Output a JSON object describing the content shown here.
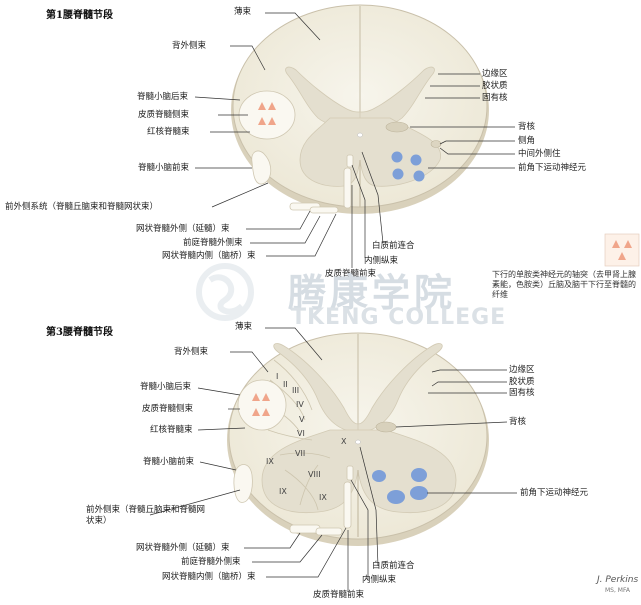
{
  "top": {
    "title": "第1腰脊髓节段",
    "labels": {
      "fasciculus_gracilis": "薄束",
      "dorsolateral_fasciculus": "背外侧束",
      "posterior_spinocerebellar": "脊髓小脑后束",
      "lateral_corticospinal": "皮质脊髓侧束",
      "rubrospinal": "红核脊髓束",
      "anterior_spinocerebellar": "脊髓小脑前束",
      "anterolateral_system": "前外侧系统（脊髓丘脑束和脊髓网状束）",
      "lateral_reticulospinal": "网状脊髓外侧（延髓）束",
      "lateral_vestibulospinal": "前庭脊髓外侧束",
      "medial_reticulospinal": "网状脊髓内侧（脑桥）束",
      "anterior_corticospinal": "皮质脊髓前束",
      "white_commissure": "白质前连合",
      "medial_longitudinal": "内侧纵束",
      "marginal_zone": "边缘区",
      "substantia_gelatinosa": "胶状质",
      "nucleus_proprius": "固有核",
      "dorsal_nucleus": "背核",
      "lateral_horn": "侧角",
      "intermediolateral": "中间外侧住",
      "motor_neurons": "前角下运动神经元"
    }
  },
  "bottom": {
    "title": "第3腰脊髓节段",
    "labels": {
      "fasciculus_gracilis": "薄束",
      "dorsolateral_fasciculus": "背外侧束",
      "posterior_spinocerebellar": "脊髓小脑后束",
      "lateral_corticospinal": "皮质脊髓侧束",
      "rubrospinal": "红核脊髓束",
      "anterior_spinocerebellar": "脊髓小脑前束",
      "anterolateral_system": "前外侧束（脊髓丘脑束和脊髓网状束）",
      "lateral_reticulospinal": "网状脊髓外侧（延髓）束",
      "lateral_vestibulospinal": "前庭脊髓外侧束",
      "medial_reticulospinal": "网状脊髓内侧（脑桥）束",
      "anterior_corticospinal": "皮质脊髓前束",
      "white_commissure": "白质前连合",
      "medial_longitudinal": "内侧纵束",
      "marginal_zone": "边缘区",
      "substantia_gelatinosa": "胶状质",
      "nucleus_proprius": "固有核",
      "dorsal_nucleus": "背核",
      "motor_neurons": "前角下运动神经元"
    },
    "laminae": [
      "I",
      "II",
      "III",
      "IV",
      "V",
      "VI",
      "VII",
      "VIII",
      "IX",
      "IX",
      "IX",
      "X"
    ]
  },
  "legend": {
    "note": "下行的单胺类神经元的轴突（去甲肾上腺素能，色胺类）丘脑及脑干下行至脊髓的纤维"
  },
  "watermark": {
    "cn": "腾康学院",
    "en": "TKENG COLLEGE"
  },
  "signature": {
    "name": "J. Perkins",
    "credentials": "MS, MFA"
  },
  "colors": {
    "white_matter": "#f4f1e4",
    "gray_matter": "#e5e0d0",
    "motor_neuron": "#7d9fd8",
    "monoamine_triangle": "#f0a58a",
    "outline": "#b9b19d"
  }
}
